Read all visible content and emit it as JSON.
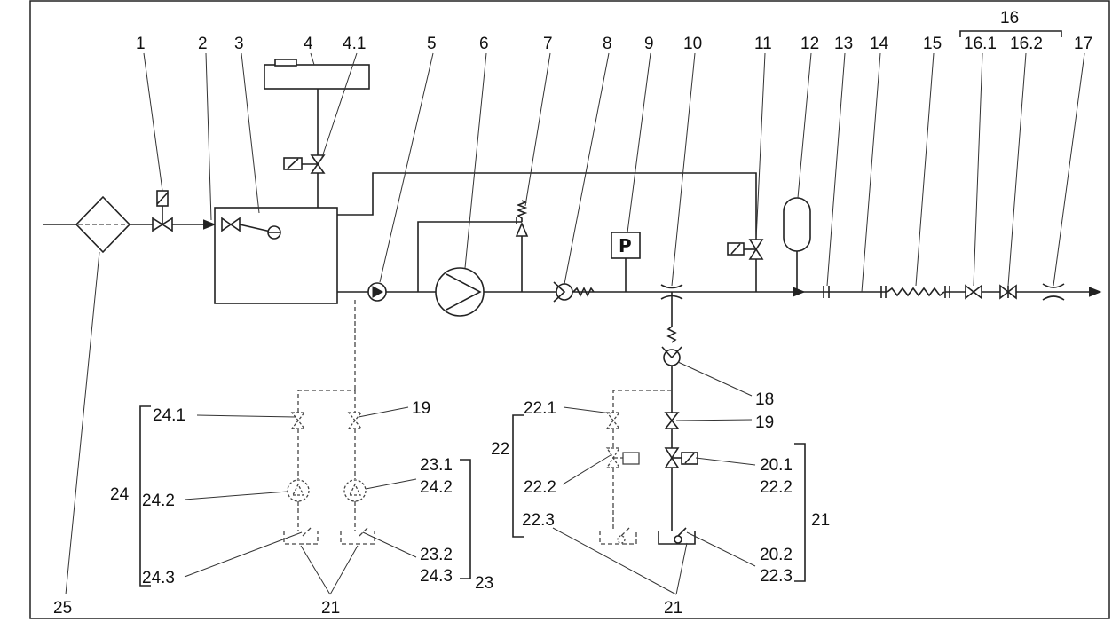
{
  "labels": {
    "n1": "1",
    "n2": "2",
    "n3": "3",
    "n4": "4",
    "n4_1": "4.1",
    "n5": "5",
    "n6": "6",
    "n7": "7",
    "n8": "8",
    "n9": "9",
    "n10": "10",
    "n11": "11",
    "n12": "12",
    "n13": "13",
    "n14": "14",
    "n15": "15",
    "n16": "16",
    "n16_1": "16.1",
    "n16_2": "16.2",
    "n17": "17",
    "n18": "18",
    "n19a": "19",
    "n19b": "19",
    "n20_1": "20.1",
    "n22_2b": "22.2",
    "n21_right": "21",
    "n20_2": "20.2",
    "n22_3b": "22.3",
    "n21_left": "21",
    "n21_mid": "21",
    "n22": "22",
    "n22_1": "22.1",
    "n22_2": "22.2",
    "n22_3": "22.3",
    "n23": "23",
    "n23_1": "23.1",
    "n24_2b": "24.2",
    "n23_2": "23.2",
    "n24_3b": "24.3",
    "n24": "24",
    "n24_1": "24.1",
    "n24_2": "24.2",
    "n24_3": "24.3",
    "n25": "25",
    "pressure_symbol": "P"
  },
  "icons": {
    "filter": "filter-icon",
    "solenoid_valve": "solenoid-valve-icon",
    "float_valve": "float-valve-icon",
    "tank": "tank-icon",
    "pump": "pump-icon",
    "relief_valve": "relief-valve-icon",
    "check_valve": "check-valve-icon",
    "pressure_switch": "pressure-switch-icon",
    "accumulator": "accumulator-icon",
    "orifice": "orifice-icon",
    "hose": "hose-icon",
    "ball_valve": "ball-valve-icon"
  },
  "colors": {
    "line": "#222222",
    "background": "#ffffff"
  }
}
